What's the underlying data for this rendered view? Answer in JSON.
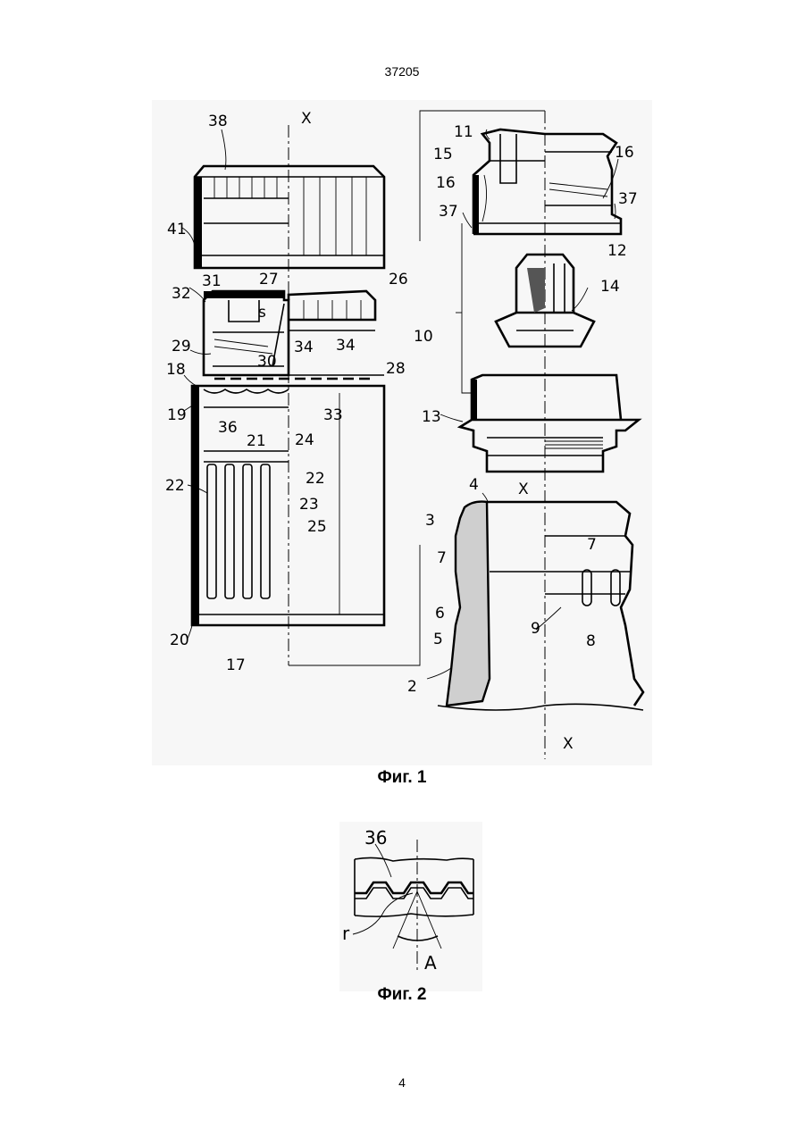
{
  "header": {
    "doc_number": "37205"
  },
  "figures": [
    {
      "caption": "Фиг. 1",
      "labels": {
        "l38": "38",
        "lX1": "X",
        "l11": "11",
        "l15": "15",
        "l16a": "16",
        "l16b": "16",
        "l37a": "37",
        "l37b": "37",
        "l12": "12",
        "l41": "41",
        "l31": "31",
        "l27": "27",
        "l26": "26",
        "l32": "32",
        "ls": "s",
        "l14": "14",
        "l10": "10",
        "l29": "29",
        "l34a": "34",
        "l34b": "34",
        "l30": "30",
        "l28": "28",
        "l18": "18",
        "l33": "33",
        "l13": "13",
        "l19": "19",
        "l36": "36",
        "l21": "21",
        "l24": "24",
        "lX2": "X",
        "l22a": "22",
        "l22b": "22",
        "l23": "23",
        "l4": "4",
        "l3": "3",
        "l25": "25",
        "l7a": "7",
        "l7b": "7",
        "l6": "6",
        "l9": "9",
        "l5": "5",
        "l8": "8",
        "l20": "20",
        "l17": "17",
        "l2": "2",
        "lX3": "X"
      }
    },
    {
      "caption": "Фиг. 2",
      "labels": {
        "l36": "36",
        "lr": "r",
        "lA": "A"
      }
    }
  ],
  "footer": {
    "page_number": "4"
  }
}
